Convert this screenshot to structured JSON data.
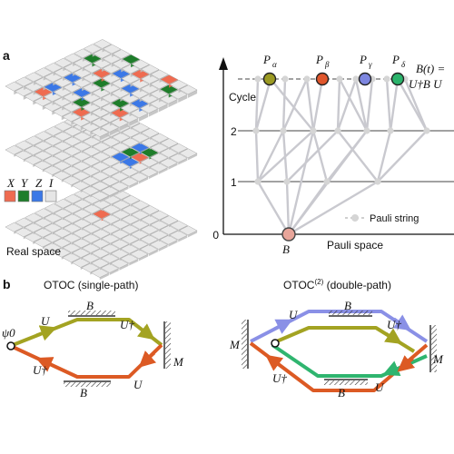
{
  "panel_a": {
    "label": "a",
    "real_space_label": "Real space",
    "pauli_legend": [
      {
        "key": "x",
        "text": "X",
        "color": "#ef6b50"
      },
      {
        "key": "y",
        "text": "Y",
        "color": "#1e7d2a"
      },
      {
        "key": "z",
        "text": "Z",
        "color": "#3b78e7"
      },
      {
        "key": "i",
        "text": "I",
        "color": "#e6e6e6"
      }
    ],
    "axis_label": "Cycle",
    "cycle_ticks": [
      "0",
      "1",
      "2"
    ],
    "bottom_node_label": "B",
    "space_label": "Pauli space",
    "string_legend_label": "Pauli string",
    "top_nodes": [
      {
        "key": "alpha",
        "letter": "P",
        "sub": "α",
        "color": "#9b9a22"
      },
      {
        "key": "beta",
        "letter": "P",
        "sub": "β",
        "color": "#e0562c"
      },
      {
        "key": "gamma",
        "letter": "P",
        "sub": "γ",
        "color": "#7d86e0"
      },
      {
        "key": "delta",
        "letter": "P",
        "sub": "δ",
        "color": "#2bb36b"
      }
    ],
    "heisenberg_lhs": "B(t) =",
    "heisenberg_rhs": "U†B U"
  },
  "panel_b": {
    "label": "b",
    "left_title": "OTOC (single-path)",
    "right_title_main": "OTOC",
    "right_title_sup": "(2)",
    "right_title_rest": " (double-path)",
    "psi0": "ψ0",
    "u": "U",
    "udag": "U†",
    "b": "B",
    "m": "M",
    "colors": {
      "olive": "#a3a322",
      "orange": "#dc5a24",
      "blue": "#8a90e6",
      "green": "#2fb56f"
    }
  }
}
